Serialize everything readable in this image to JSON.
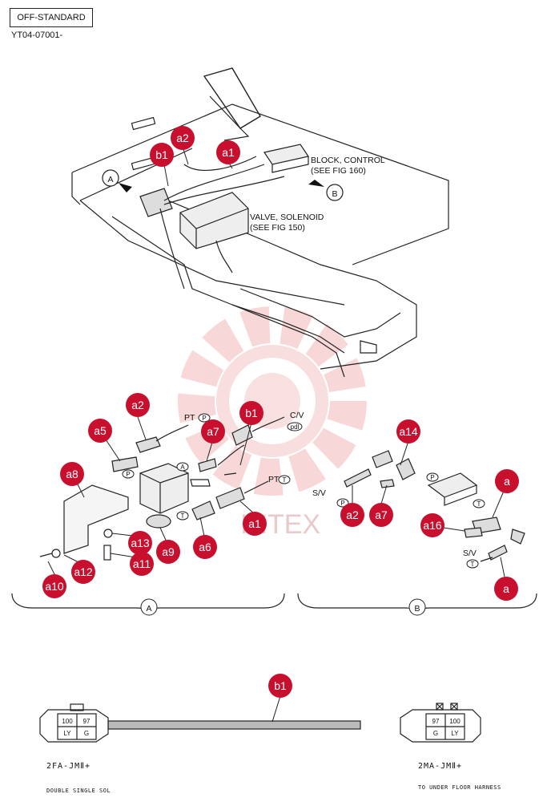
{
  "header": {
    "standard_box": "OFF-STANDARD",
    "doc_code": "YT04-07001-"
  },
  "labels": {
    "block_control": "BLOCK, CONTROL",
    "block_control_ref": "(SEE FIG 160)",
    "valve_solenoid": "VALVE, SOLENOID",
    "valve_solenoid_ref": "(SEE FIG 150)",
    "view_a": "A",
    "view_b": "B",
    "pt_label_1": "PT",
    "pt_label_2": "PT",
    "cv_label": "C/V",
    "sv_label_1": "S/V",
    "sv_label_2": "S/V",
    "port_p": "P",
    "port_a": "A",
    "port_t": "T",
    "port_pdl": "pdl"
  },
  "callouts": {
    "a1_top": "a1",
    "a2_top": "a2",
    "b1_top": "b1",
    "a2_mid": "a2",
    "b1_mid": "b1",
    "a5": "a5",
    "a7_mid": "a7",
    "a8": "a8",
    "a1_mid": "a1",
    "a6": "a6",
    "a9": "a9",
    "a13": "a13",
    "a11": "a11",
    "a12": "a12",
    "a10": "a10",
    "a14": "a14",
    "a_top_right": "a",
    "a2_right": "a2",
    "a7_right": "a7",
    "a16": "a16",
    "a_bottom_right": "a",
    "b1_harness": "b1"
  },
  "harness": {
    "left_pin1": "100",
    "left_pin2": "97",
    "left_col1": "LY",
    "left_col2": "G",
    "right_pin1": "97",
    "right_pin2": "100",
    "right_col1": "G",
    "right_col2": "LY",
    "left_part": "2FA-JMⅡ+",
    "right_part": "2MA-JMⅡ+",
    "left_caption": "DOUBLE SINGLE SOL",
    "right_caption": "TO UNDER FLOOR HARNESS"
  },
  "watermark": "IHTEX",
  "colors": {
    "callout": "#c8102e",
    "watermark": "#f2b8b8"
  }
}
